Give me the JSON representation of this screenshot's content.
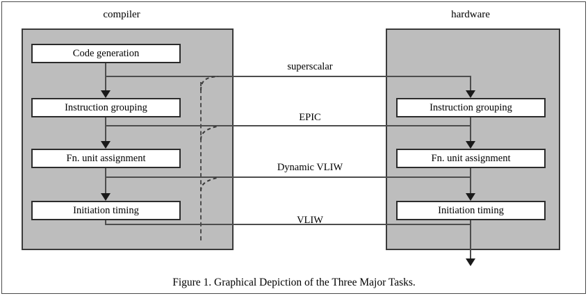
{
  "figure": {
    "caption": "Figure 1. Graphical Depiction of the Three Major Tasks.",
    "background_color": "#ffffff",
    "zone_fill_color": "#bdbdbd",
    "line_color": "#4d4d4d",
    "box_border_color": "#2b2b2b"
  },
  "columns": [
    {
      "id": "compiler",
      "title": "compiler"
    },
    {
      "id": "hardware",
      "title": "hardware"
    }
  ],
  "compiler_tasks": [
    {
      "label": "Code generation"
    },
    {
      "label": "Instruction grouping"
    },
    {
      "label": "Fn. unit assignment"
    },
    {
      "label": "Initiation timing"
    }
  ],
  "hardware_tasks": [
    {
      "label": "Instruction grouping"
    },
    {
      "label": "Fn. unit assignment"
    },
    {
      "label": "Initiation timing"
    }
  ],
  "connectors": [
    {
      "label": "superscalar"
    },
    {
      "label": "EPIC"
    },
    {
      "label": "Dynamic VLIW"
    },
    {
      "label": "VLIW"
    }
  ]
}
